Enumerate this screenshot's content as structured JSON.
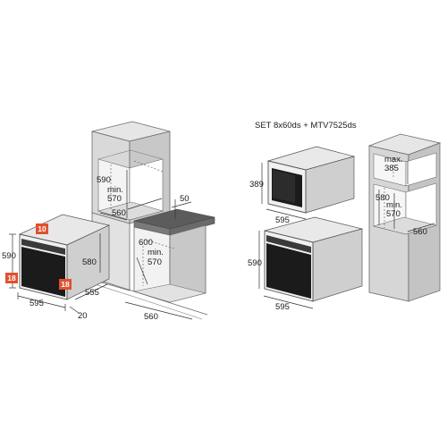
{
  "set_title": "SET 8x60ds + MTV7525ds",
  "colors": {
    "badge": "#e0512f",
    "cabinet_front": "#d9d9d9",
    "cabinet_side": "#c6c6c6",
    "cabinet_top": "#e6e6e6",
    "countertop": "#5c5c5c",
    "oven_glass": "#1b1b1b",
    "line": "#6a6a6a"
  },
  "left_oven": {
    "height": "590",
    "width": "595",
    "depth": "555",
    "edge": "20",
    "side_clearance": "580",
    "badge_top": "10",
    "badge_left": "18",
    "badge_right": "18"
  },
  "left_tall_cabinet": {
    "height": "590",
    "min_label": "min.",
    "min_value": "570",
    "depth": "560"
  },
  "worktop": {
    "thickness": "50",
    "height": "600",
    "min_label": "min.",
    "min_value": "570",
    "depth": "560"
  },
  "set_microwave": {
    "height": "389",
    "width": "595"
  },
  "set_oven": {
    "height": "590",
    "width": "595"
  },
  "right_tall_cabinet": {
    "max_label": "max.",
    "max_value": "385",
    "height": "580",
    "min_label": "min.",
    "min_value": "570",
    "depth": "560"
  }
}
